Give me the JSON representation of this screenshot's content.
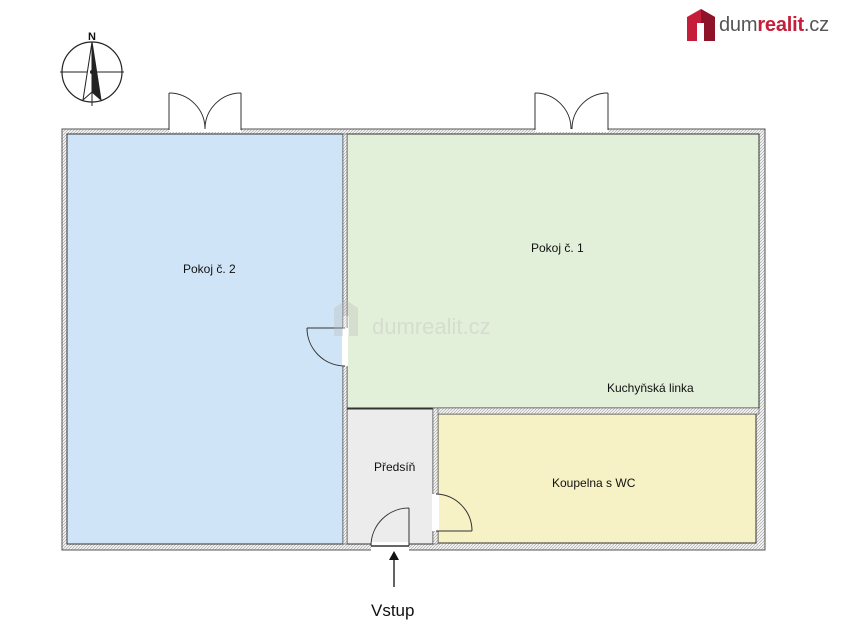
{
  "brand": {
    "prefix": "dum",
    "name": "realit",
    "suffix": ".cz",
    "watermark": "dumrealit.cz",
    "accent_color": "#c41e3a"
  },
  "compass": {
    "north_label": "N",
    "icon": "north-arrow-icon"
  },
  "rooms": {
    "room_2": {
      "label": "Pokoj č. 2",
      "color": "#cfe5f7"
    },
    "room_1": {
      "label": "Pokoj č. 1",
      "color": "#e2efd9"
    },
    "kitchen": {
      "label": "Kuchyňská linka"
    },
    "hall": {
      "label": "Předsíň",
      "color": "#ececec"
    },
    "bathroom": {
      "label": "Koupelna s WC",
      "color": "#f6f2c6"
    }
  },
  "entrance": {
    "label": "Vstup",
    "icon": "arrow-up-icon"
  },
  "colors": {
    "wall": "#666666",
    "wall_fill": "#eeeeee",
    "stroke": "#444444"
  }
}
